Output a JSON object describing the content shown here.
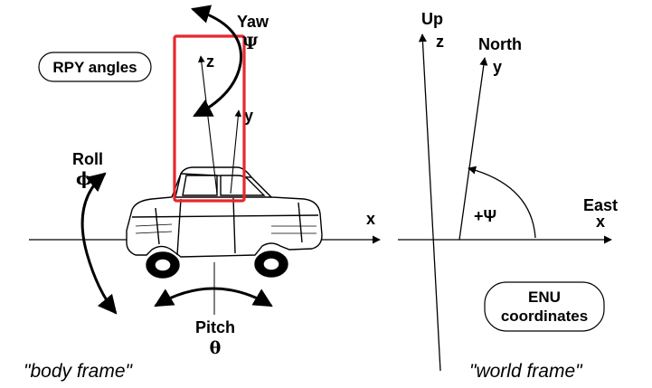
{
  "body_frame": {
    "badge": "RPY angles",
    "yaw_label": "Yaw",
    "yaw_symbol": "Ψ",
    "roll_label": "Roll",
    "roll_symbol": "ϕ",
    "pitch_label": "Pitch",
    "pitch_symbol": "θ",
    "axis_z": "z",
    "axis_y": "y",
    "axis_x": "x",
    "caption": "\"body frame\""
  },
  "world_frame": {
    "up_label": "Up",
    "axis_z": "z",
    "north_label": "North",
    "axis_y": "y",
    "east_label": "East",
    "axis_x": "x",
    "angle_label": "+Ψ",
    "badge_line1": "ENU",
    "badge_line2": "coordinates",
    "caption": "\"world frame\""
  },
  "colors": {
    "highlight": "#e8262c",
    "ink": "#000000"
  }
}
